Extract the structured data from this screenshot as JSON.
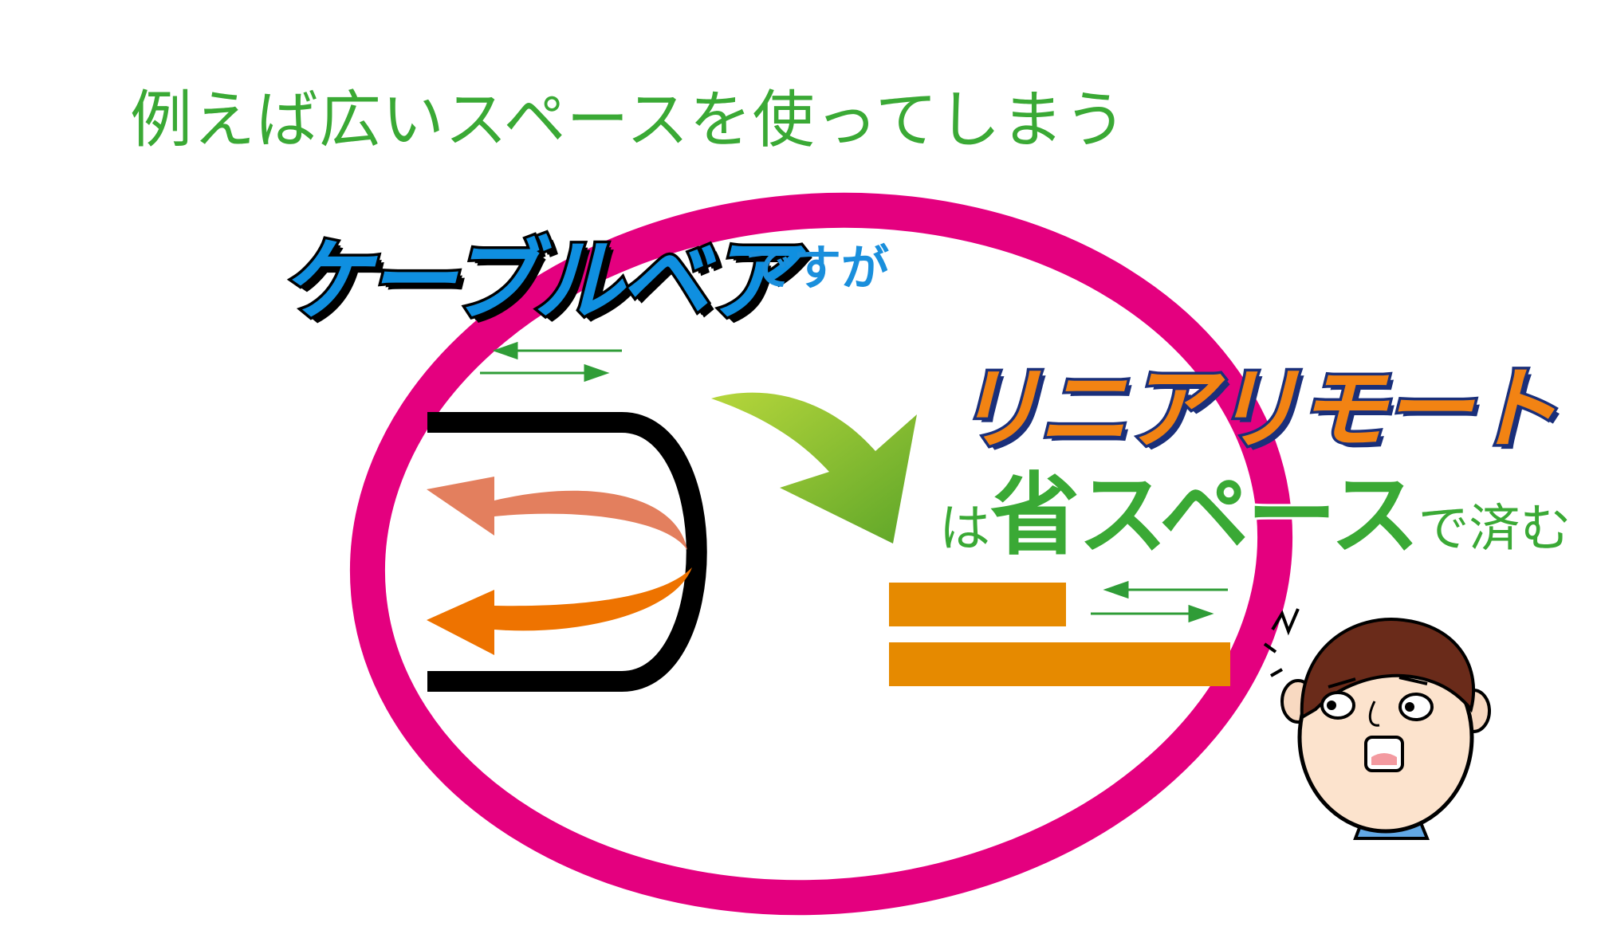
{
  "headline": "例えば広いスペースを使ってしまう",
  "cable_bear": {
    "title": "ケーブルベア",
    "suffix": "ですが"
  },
  "linear_remote": {
    "title": "リニアリモート",
    "prefix": "は",
    "emphasis": "省スペース",
    "suffix": "で済む"
  },
  "colors": {
    "green_text": "#3aa935",
    "blue_text": "#0f8fe0",
    "orange_text": "#f28313",
    "navy_outline": "#1a2f7a",
    "magenta_ellipse": "#e4007f",
    "orange_bars": "#e68a00"
  },
  "icons": {
    "motion_arrows": "double-headed-arrow",
    "transition_arrow": "curved-green-arrow",
    "character": "surprised-boy"
  }
}
